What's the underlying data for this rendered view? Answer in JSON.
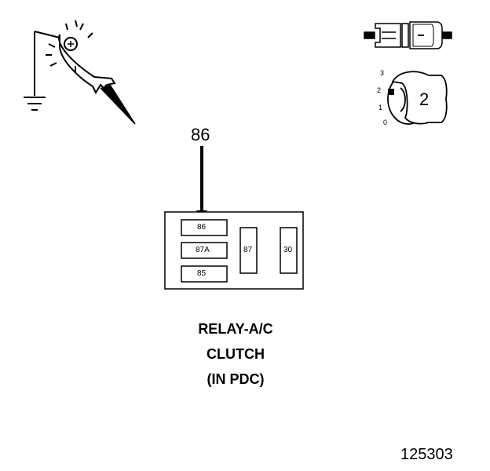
{
  "probe": {
    "icon": "test-light-probe-icon",
    "ground_icon": "ground-icon"
  },
  "connector": {
    "icon": "connector-plug-icon"
  },
  "ignition": {
    "icon": "ignition-key-icon",
    "positions": [
      "3",
      "2",
      "1",
      "0"
    ],
    "key_number": "2"
  },
  "callout": {
    "pin": "86"
  },
  "relay": {
    "pins_left": [
      "86",
      "87A",
      "85"
    ],
    "pins_right": [
      "87",
      "30"
    ]
  },
  "caption": {
    "lines": [
      "RELAY-A/C",
      "CLUTCH",
      "(IN PDC)"
    ]
  },
  "figure_id": "125303"
}
